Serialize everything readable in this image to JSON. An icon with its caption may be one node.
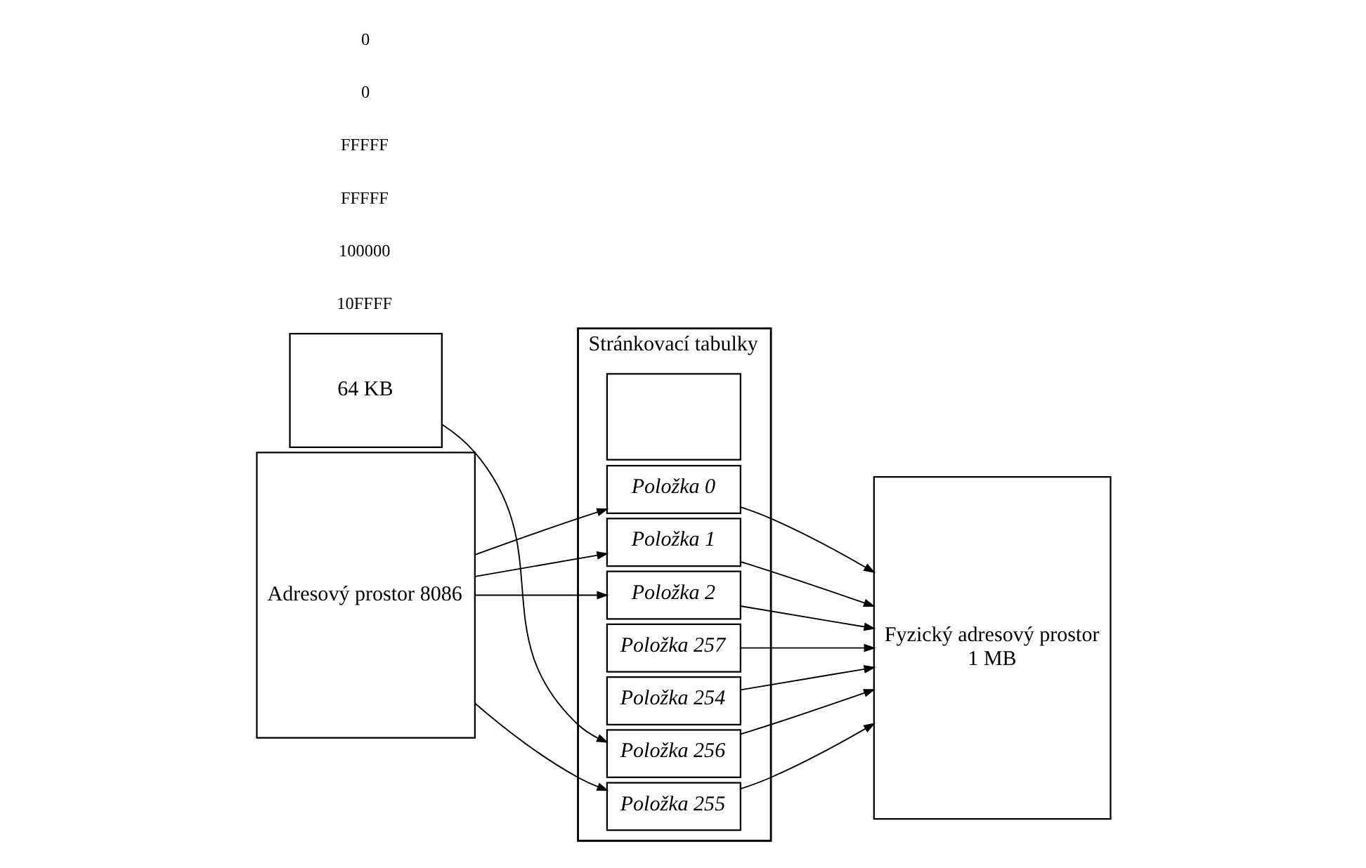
{
  "diagram": {
    "nodes": [
      {
        "text": [
          "64 KB"
        ]
      },
      {
        "text": [
          "Adresový prostor 8086"
        ]
      },
      {
        "text": [
          "Stránkovací tabulky"
        ]
      },
      {
        "text": [
          "Položka 257"
        ],
        "in": 2
      },
      {
        "text": [
          "Položka 256"
        ],
        "in": 2
      },
      {
        "text": [
          "Položka 255"
        ],
        "in": 2
      },
      {
        "text": [
          "Položka 254"
        ],
        "in": 2
      },
      {
        "text": [],
        "shape": "box",
        "in": 2
      },
      {
        "text": [
          "Položka 2"
        ],
        "in": 2
      },
      {
        "text": [
          "Položka 1"
        ],
        "in": 2
      },
      {
        "text": [
          "Položka 0"
        ],
        "in": 2
      },
      {
        "text": [
          "Fyzický adresový prostor",
          "1 MB"
        ]
      }
    ],
    "edges": [
      {
        "from": 0,
        "to": 4,
        "arrow": "to"
      },
      {
        "from": 1,
        "to": 5,
        "arrow": "to"
      },
      {
        "from": 1,
        "to": 8,
        "arrow": "to"
      },
      {
        "from": 1,
        "to": 9,
        "arrow": "to"
      },
      {
        "from": 1,
        "to": 10,
        "arrow": "to"
      },
      {
        "from": 5,
        "to": 11,
        "arrow": "to"
      },
      {
        "from": 6,
        "to": 11,
        "arrow": "to"
      },
      {
        "from": 8,
        "to": 11,
        "arrow": "to"
      },
      {
        "from": 3,
        "to": 11,
        "arrow": "to"
      },
      {
        "from": 9,
        "to": 11,
        "arrow": "to"
      },
      {
        "from": 4,
        "to": 11,
        "arrow": "to"
      },
      {
        "from": 10,
        "to": 11,
        "arrow": "to"
      }
    ],
    "labels": [
      "10FFFF",
      "100000",
      "FFFFF",
      "FFFFF",
      "0",
      "0"
    ]
  }
}
